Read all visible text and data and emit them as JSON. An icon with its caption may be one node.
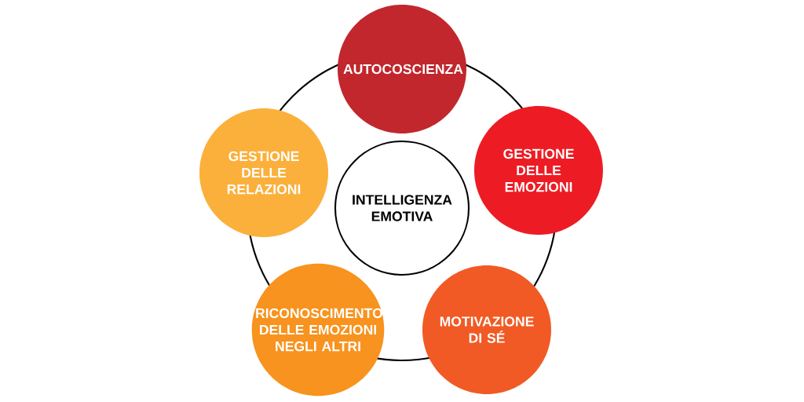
{
  "diagram": {
    "nodes": [
      {
        "text": [
          "INTELLIGENZA EMOTIVA"
        ]
      },
      {
        "text": [
          "AUTOCOSCIENZA"
        ]
      },
      {
        "text": [
          "GESTIONE DELLE EMOZIONI"
        ]
      },
      {
        "text": [
          "MOTIVAZIONE DI SÉ"
        ]
      },
      {
        "text": [
          "RICONOSCIMENTO DELLE EMOZIONI NEGLI ALTRI"
        ]
      },
      {
        "text": [
          "GESTIONE DELLE RELAZIONI"
        ]
      }
    ]
  }
}
